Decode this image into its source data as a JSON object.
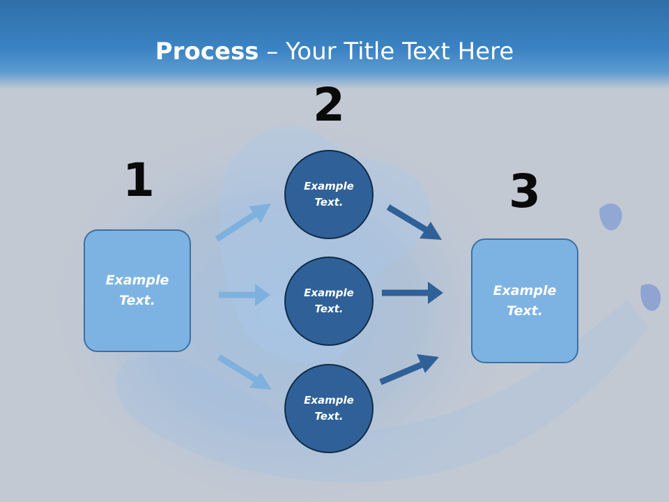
{
  "title": {
    "bold": "Process",
    "rest": " – Your Title Text Here"
  },
  "steps": {
    "step1": {
      "number": "1",
      "text": "Example Text."
    },
    "step2": {
      "number": "2"
    },
    "step3": {
      "number": "3",
      "text": "Example Text."
    }
  },
  "circles": [
    {
      "text": "Example Text."
    },
    {
      "text": "Example Text."
    },
    {
      "text": "Example Text."
    }
  ],
  "colors": {
    "title_bar": "#3b83c3",
    "box_fill": "#7db3e3",
    "circle_fill": "#2f6198",
    "arrow_light": "#7fb1de",
    "arrow_dark": "#2f6198"
  }
}
